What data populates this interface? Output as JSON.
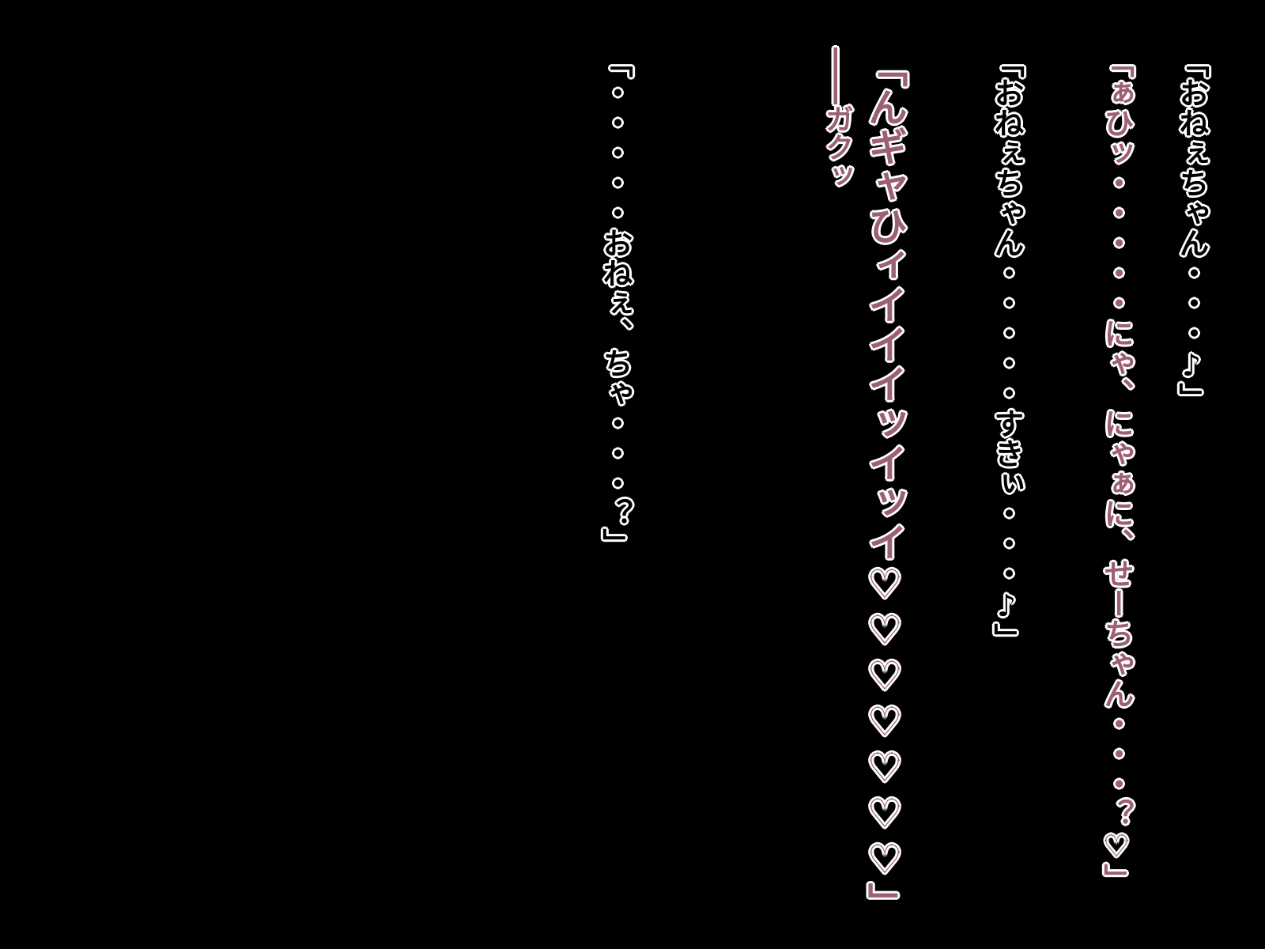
{
  "background_color": "#000000",
  "text_colors": {
    "normal_fill": "#000000",
    "emphasis_fill": "#9b5f77",
    "outline": "#ffffff"
  },
  "dialogue": [
    {
      "text": "「おねぇちゃん・・・♪」",
      "style": "normal"
    },
    {
      "text": "「ぁひッ・・・・・にゃ、にゃぁに、せーちゃん・・・？♡」",
      "style": "emphasis"
    },
    {
      "text": "「おねぇちゃん・・・・・すきぃ・・・♪」",
      "style": "normal"
    },
    {
      "text": "「んギャひィイイイッイッイ♡♡♡♡♡♡♡」",
      "style": "emphasis"
    },
    {
      "text": "――ガクッ",
      "style": "emphasis"
    },
    {
      "text": "「・・・・・おねぇ、ちゃ・・・？」",
      "style": "normal"
    }
  ]
}
